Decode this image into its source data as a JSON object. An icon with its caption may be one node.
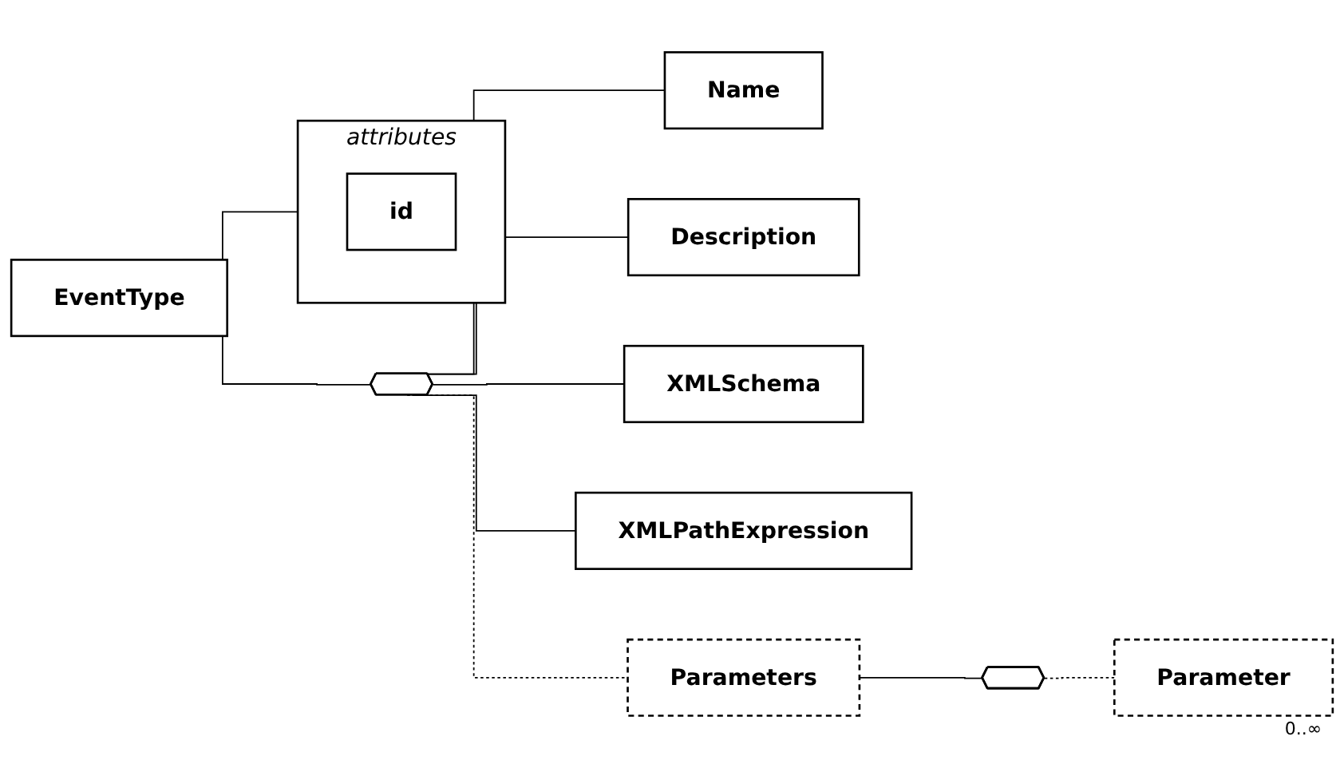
{
  "diagram": {
    "nodes": [
      {
        "text": [
          "EventType"
        ]
      },
      {
        "text": [
          "attributes"
        ]
      },
      {
        "text": [
          "id"
        ],
        "in": 1
      },
      {
        "text": [],
        "shape": "octagon"
      },
      {
        "text": [
          "Name"
        ]
      },
      {
        "text": [
          "Description"
        ]
      },
      {
        "text": [
          "XMLSchema"
        ]
      },
      {
        "text": [
          "XMLPathExpression"
        ]
      },
      {
        "text": [
          "Parameters"
        ]
      },
      {
        "text": [],
        "shape": "octagon"
      },
      {
        "text": [
          "Parameter"
        ],
        "beside": [
          "0..∞"
        ]
      }
    ],
    "edges": [
      {
        "from": 0,
        "to": 1,
        "arrow": "none"
      },
      {
        "from": 0,
        "to": 3,
        "arrow": "none"
      },
      {
        "from": 3,
        "to": 4,
        "arrow": "none"
      },
      {
        "from": 3,
        "to": 5,
        "arrow": "none"
      },
      {
        "from": 3,
        "to": 6,
        "arrow": "none"
      },
      {
        "from": 3,
        "to": 7,
        "arrow": "none"
      },
      {
        "from": 3,
        "to": 8,
        "arrow": "none",
        "style": "dashed"
      },
      {
        "from": 8,
        "to": 9,
        "arrow": "none"
      },
      {
        "from": 9,
        "to": 10,
        "arrow": "none",
        "style": "dashed"
      }
    ]
  }
}
